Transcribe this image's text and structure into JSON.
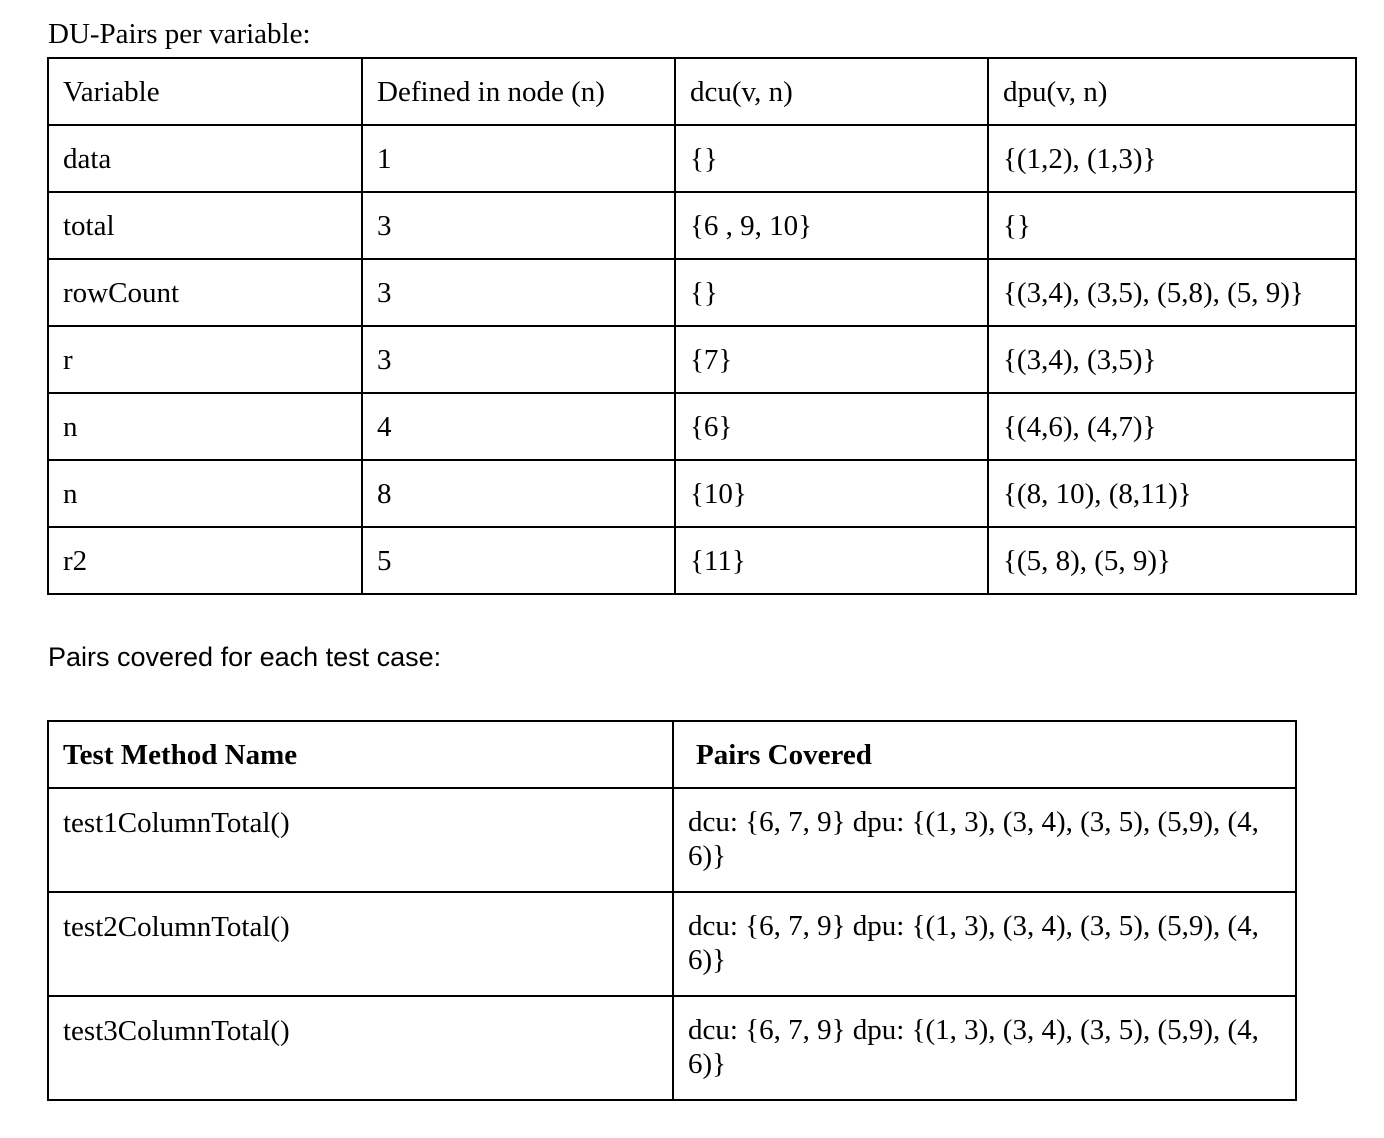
{
  "du_section": {
    "heading": "DU-Pairs per variable:",
    "columns": [
      "Variable",
      "Defined in node (n)",
      "dcu(v, n)",
      "dpu(v, n)"
    ],
    "rows": [
      [
        "data",
        "1",
        "{}",
        "{(1,2), (1,3)}"
      ],
      [
        "total",
        "3",
        "{6 , 9, 10}",
        "{}"
      ],
      [
        "rowCount",
        "3",
        "{}",
        "{(3,4), (3,5), (5,8), (5, 9)}"
      ],
      [
        "r",
        "3",
        "{7}",
        "{(3,4), (3,5)}"
      ],
      [
        "n",
        "4",
        "{6}",
        "{(4,6), (4,7)}"
      ],
      [
        "n",
        "8",
        "{10}",
        "{(8, 10), (8,11)}"
      ],
      [
        "r2",
        "5",
        "{11}",
        "{(5, 8), (5, 9)}"
      ]
    ]
  },
  "tc_section": {
    "heading": "Pairs covered for each test case:",
    "columns": [
      "Test Method Name",
      "Pairs Covered"
    ],
    "rows": [
      [
        "test1ColumnTotal()",
        "dcu: {6, 7, 9} dpu: {(1, 3), (3, 4), (3, 5), (5,9), (4, 6)}"
      ],
      [
        "test2ColumnTotal()",
        "dcu: {6, 7, 9} dpu: {(1, 3), (3, 4), (3, 5), (5,9), (4, 6)}"
      ],
      [
        "test3ColumnTotal()",
        "dcu: {6, 7, 9} dpu: {(1, 3), (3, 4), (3, 5), (5,9), (4, 6)}"
      ]
    ]
  }
}
